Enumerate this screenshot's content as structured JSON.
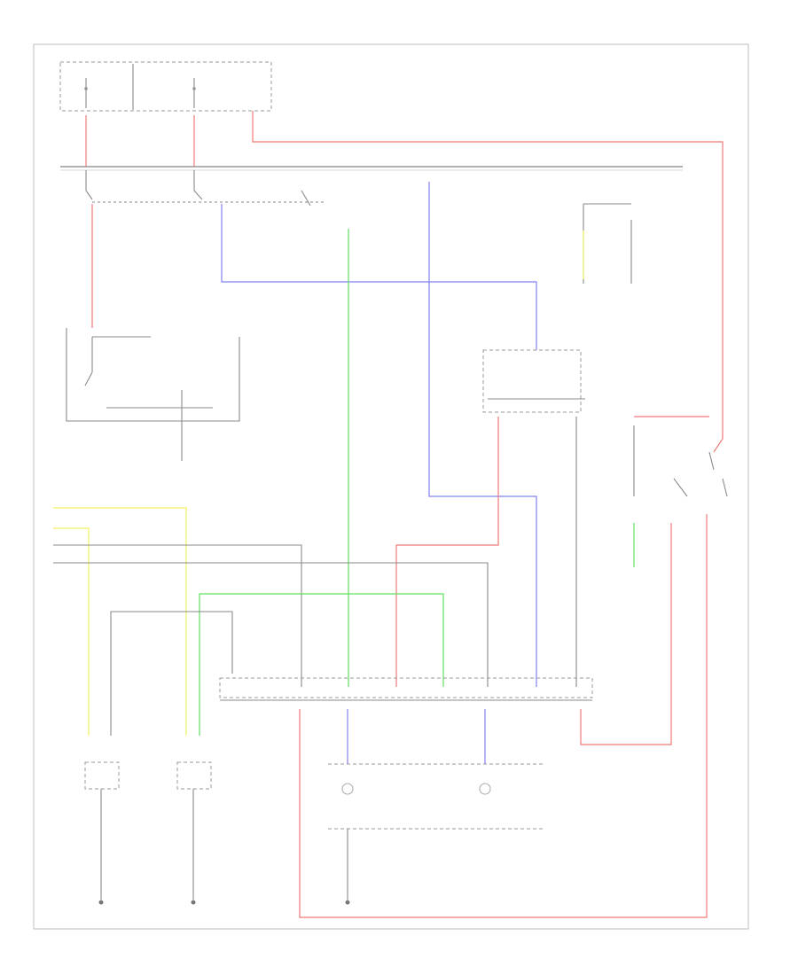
{
  "diagram": {
    "footer_id": "",
    "wire_colors": {
      "red": "#f07878",
      "blue": "#8080f0",
      "green": "#60e060",
      "yellow": "#f0f060",
      "gray": "#a8a8a8",
      "black": "#808080"
    },
    "components": [
      {
        "id": "hot-at-all-times-box",
        "label": ""
      },
      {
        "id": "fuse-relay-box",
        "label": ""
      },
      {
        "id": "hazard-switch",
        "label": ""
      },
      {
        "id": "turn-signal-switch",
        "label": ""
      },
      {
        "id": "flasher-relay",
        "label": ""
      },
      {
        "id": "turn-signal-connector",
        "label": ""
      },
      {
        "id": "left-front-turn-lamp",
        "label": ""
      },
      {
        "id": "right-front-turn-lamp",
        "label": ""
      },
      {
        "id": "gauge-assembly",
        "label": ""
      },
      {
        "id": "left-turn-indicator",
        "label": ""
      },
      {
        "id": "right-turn-indicator",
        "label": ""
      },
      {
        "id": "left-ground",
        "label": ""
      },
      {
        "id": "right-ground",
        "label": ""
      },
      {
        "id": "cluster-ground",
        "label": ""
      },
      {
        "id": "flasher-ground",
        "label": ""
      },
      {
        "id": "top-right-ground",
        "label": ""
      }
    ]
  }
}
